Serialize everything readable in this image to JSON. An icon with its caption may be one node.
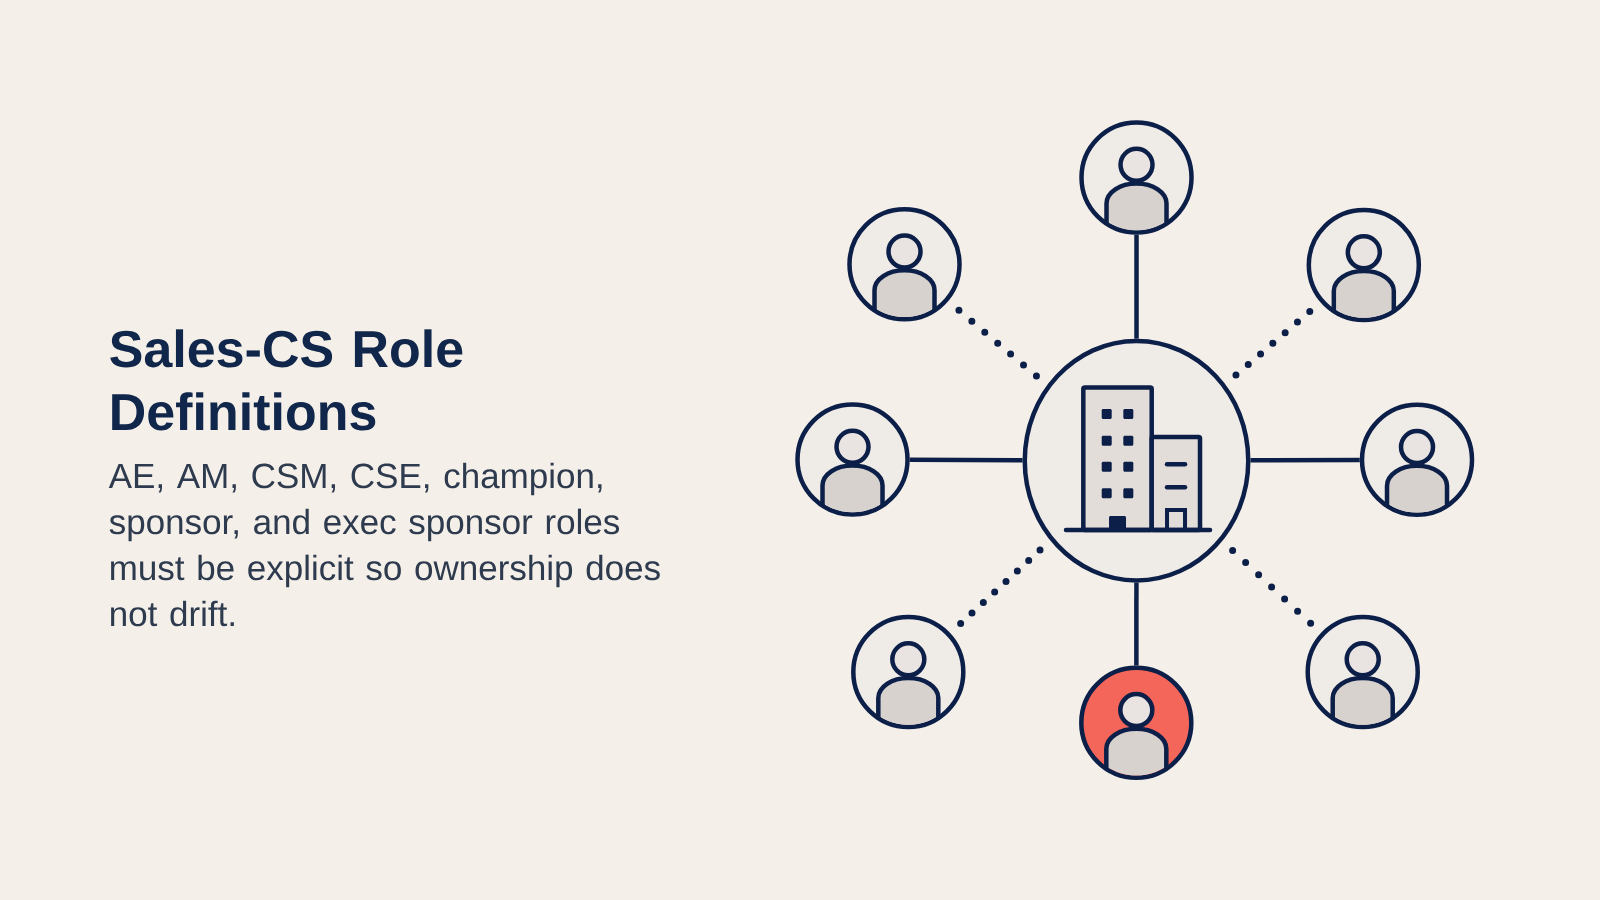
{
  "diagram": {
    "title": "Sales-CS Role Definitions",
    "nodes": [
      {
        "text": [],
        "shape": "person"
      },
      {
        "text": [],
        "shape": "person"
      },
      {
        "text": [],
        "shape": "person"
      },
      {
        "text": [],
        "shape": "person"
      },
      {
        "text": [],
        "shape": "picture"
      },
      {
        "text": [],
        "shape": "person"
      },
      {
        "text": [],
        "shape": "person"
      },
      {
        "text": [],
        "shape": "person"
      },
      {
        "text": [],
        "shape": "person"
      }
    ],
    "edges": [
      {
        "from": 4,
        "to": 0,
        "arrow": "none"
      },
      {
        "from": 4,
        "to": 1,
        "arrow": "none",
        "style": "dashed"
      },
      {
        "from": 4,
        "to": 2,
        "arrow": "none",
        "style": "dashed"
      },
      {
        "from": 4,
        "to": 3,
        "arrow": "none"
      },
      {
        "from": 4,
        "to": 5,
        "arrow": "none"
      },
      {
        "from": 4,
        "to": 6,
        "arrow": "none",
        "style": "dashed"
      },
      {
        "from": 4,
        "to": 7,
        "arrow": "none",
        "style": "dashed"
      },
      {
        "from": 4,
        "to": 8,
        "arrow": "none"
      }
    ],
    "labels": [
      "AE, AM, CSM, CSE, champion, sponsor, and exec sponsor roles must be explicit so ownership does not drift."
    ]
  }
}
